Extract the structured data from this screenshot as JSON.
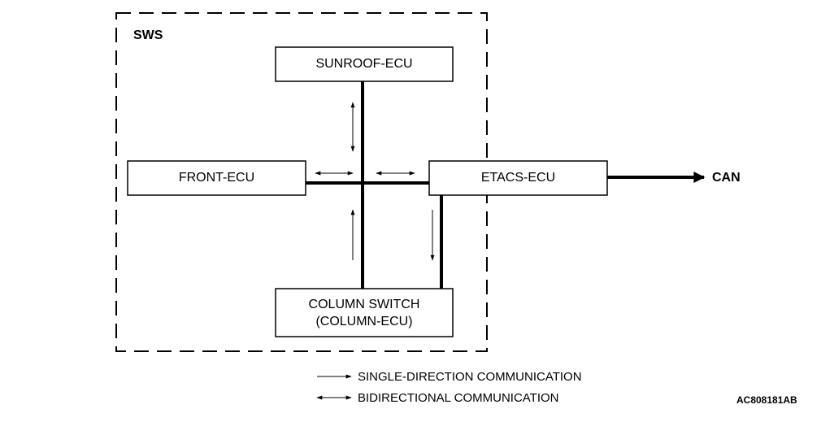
{
  "system_label": "SWS",
  "ecus": {
    "sunroof": "SUNROOF-ECU",
    "front": "FRONT-ECU",
    "etacs": "ETACS-ECU",
    "column_line1": "COLUMN SWITCH",
    "column_line2": "(COLUMN-ECU)"
  },
  "bus_label": "CAN",
  "legend": {
    "single": "SINGLE-DIRECTION COMMUNICATION",
    "bidirectional": "BIDIRECTIONAL COMMUNICATION"
  },
  "figure_id": "AC808181AB"
}
